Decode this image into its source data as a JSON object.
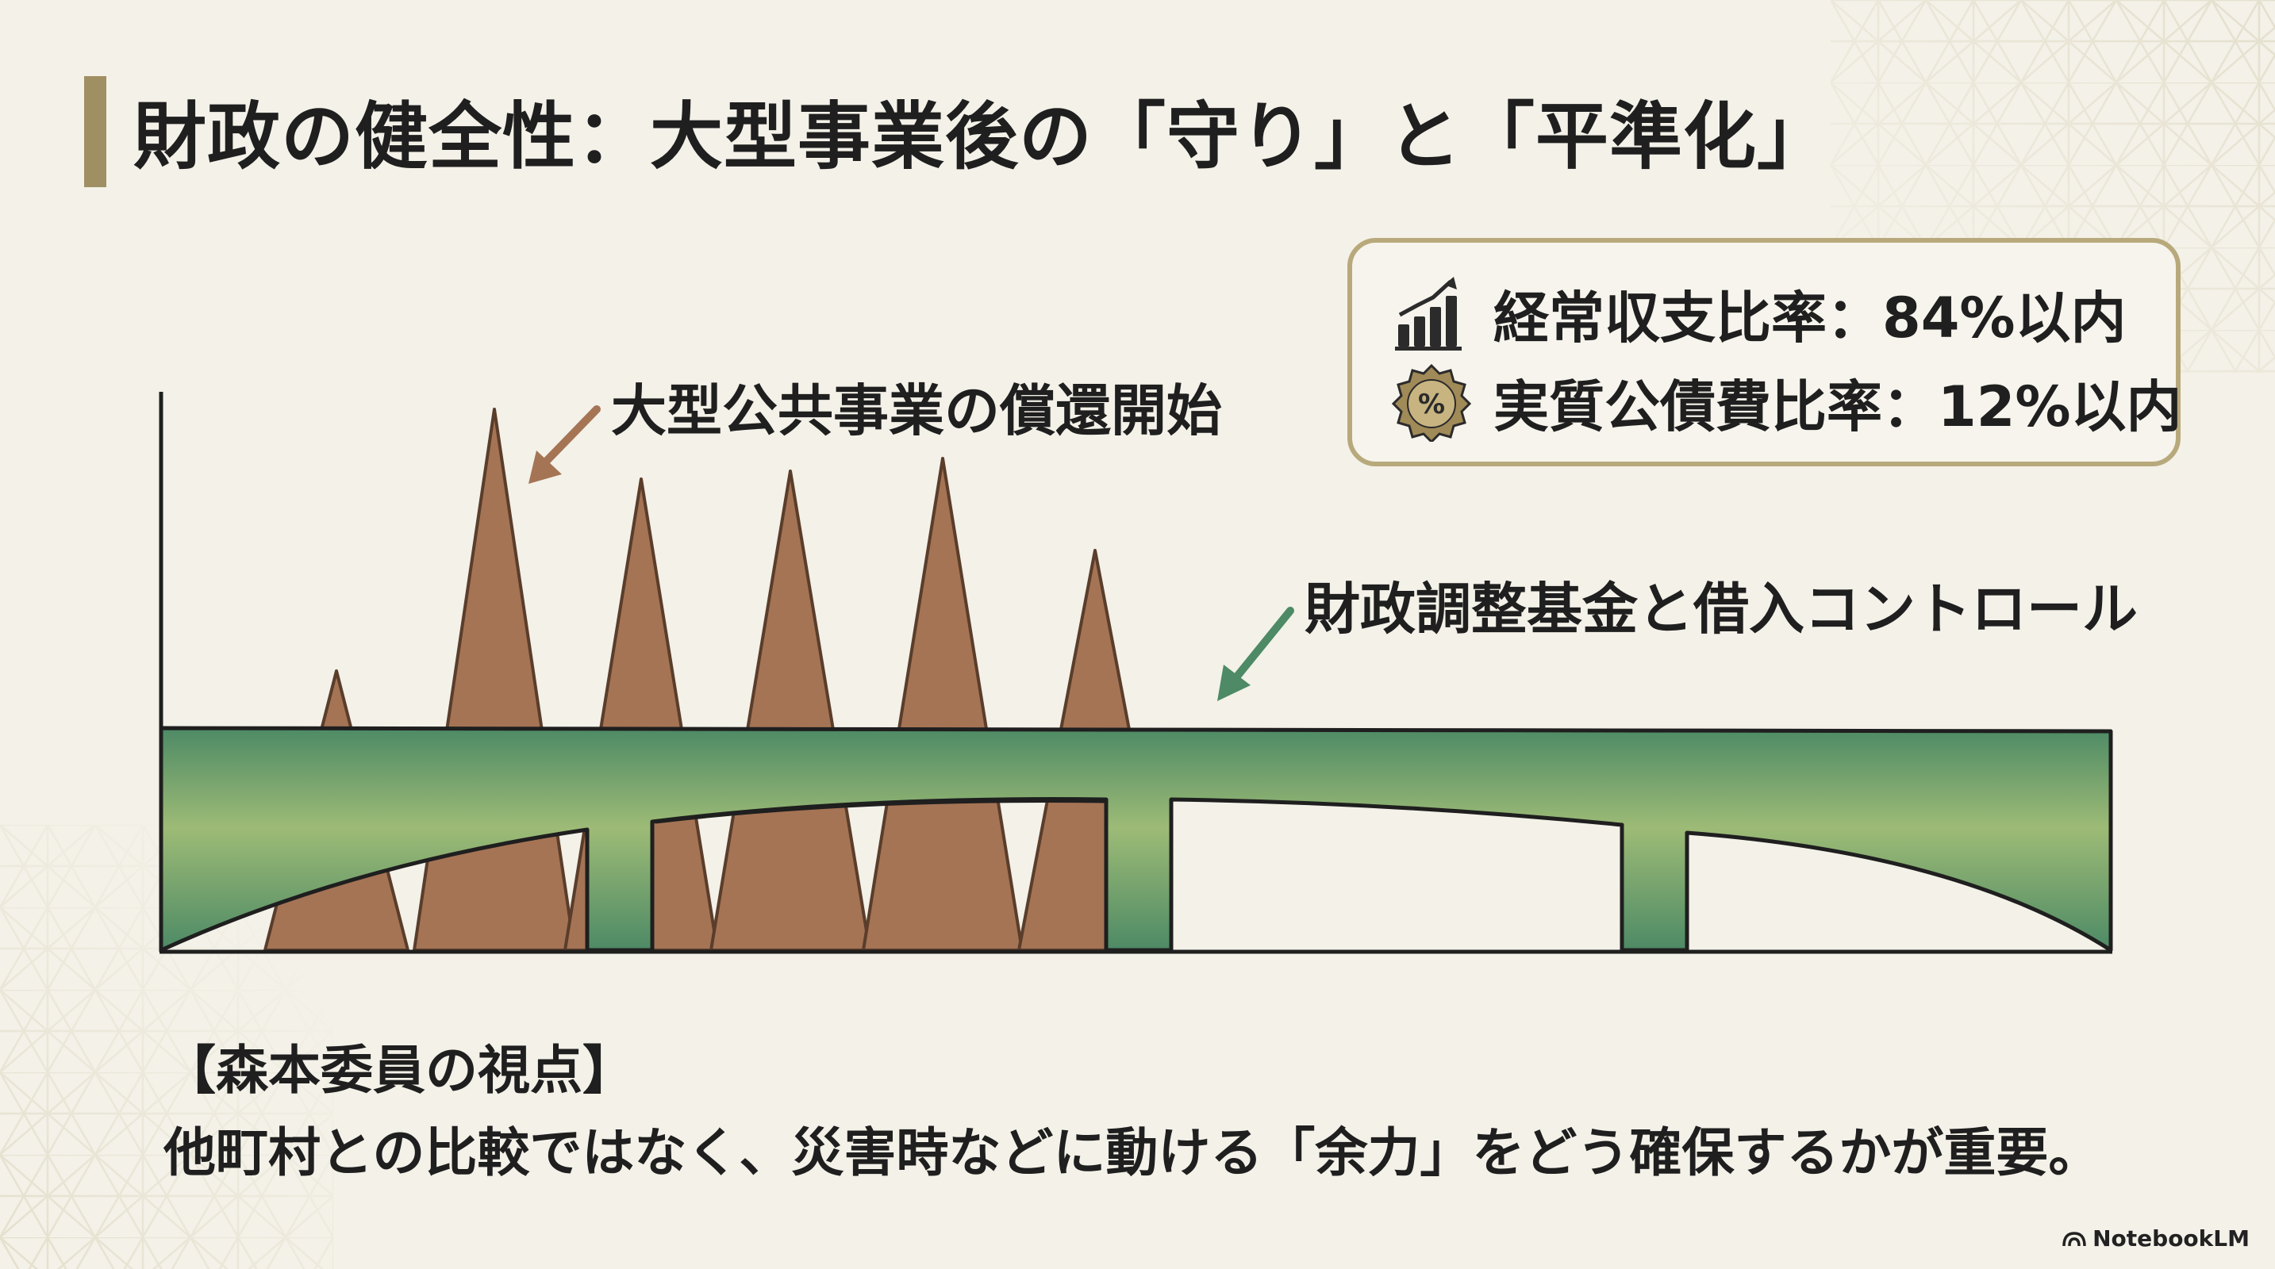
{
  "title": "財政の健全性：大型事業後の「守り」と「平準化」",
  "metrics": [
    {
      "icon": "bar-chart-growth-icon",
      "label": "経常収支比率：",
      "value": "84%以内"
    },
    {
      "icon": "percent-badge-icon",
      "label": "実質公債費比率：",
      "value": "12%以内"
    }
  ],
  "diagram": {
    "peak_annotation": "大型公共事業の償還開始",
    "fund_annotation": "財政調整基金と借入コントロール"
  },
  "note": {
    "heading": "【森本委員の視点】",
    "body": "他町村との比較ではなく、災害時などに動ける「余力」をどう確保するかが重要。"
  },
  "brand": {
    "label": "NotebookLM"
  },
  "colors": {
    "background": "#f3f1e8",
    "accent_gold": "#a08f63",
    "peak_brown": "#a57455",
    "bridge_green": "#4d8a65",
    "bridge_highlight": "#9dbb76"
  }
}
